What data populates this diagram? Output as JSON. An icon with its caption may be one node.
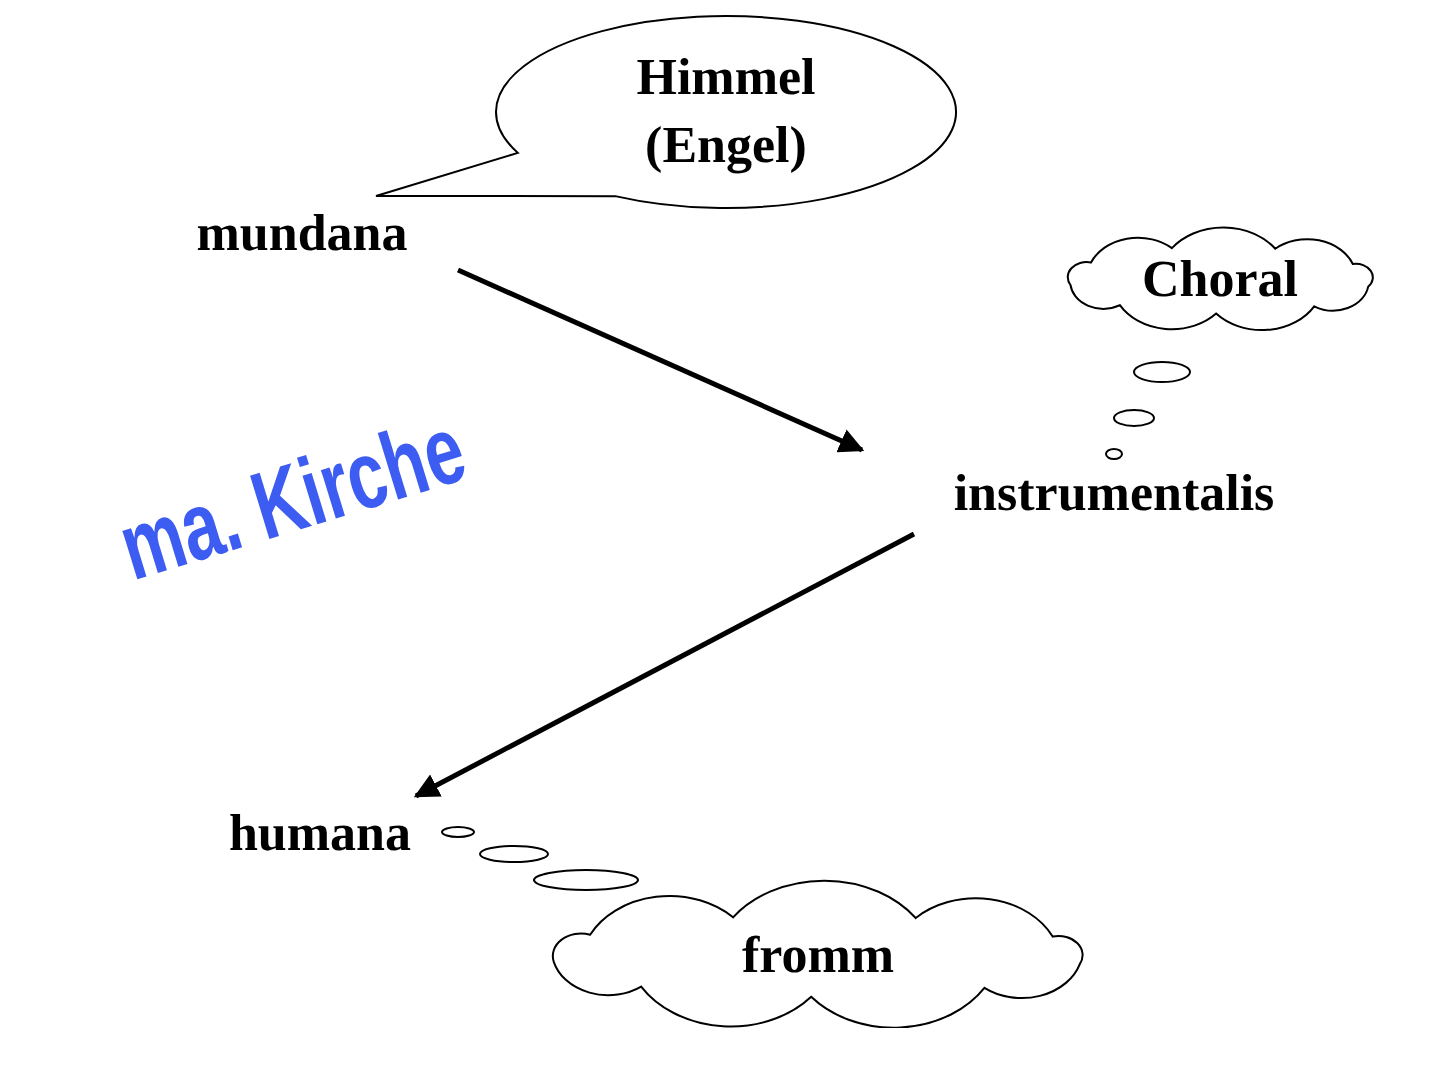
{
  "diagram": {
    "nodes": [
      {
        "text": [
          "Himmel (Engel)"
        ]
      },
      {
        "text": [
          "mundana"
        ]
      },
      {
        "text": [
          "Choral"
        ]
      },
      {
        "text": [
          "instrumentalis"
        ]
      },
      {
        "text": [
          "humana"
        ]
      },
      {
        "text": [
          "fromm"
        ]
      }
    ],
    "edges": [
      {
        "from": 1,
        "to": 3,
        "arrow": "to"
      },
      {
        "from": 3,
        "to": 4,
        "arrow": "to"
      }
    ],
    "labels": [
      "ma. Kirche"
    ]
  }
}
